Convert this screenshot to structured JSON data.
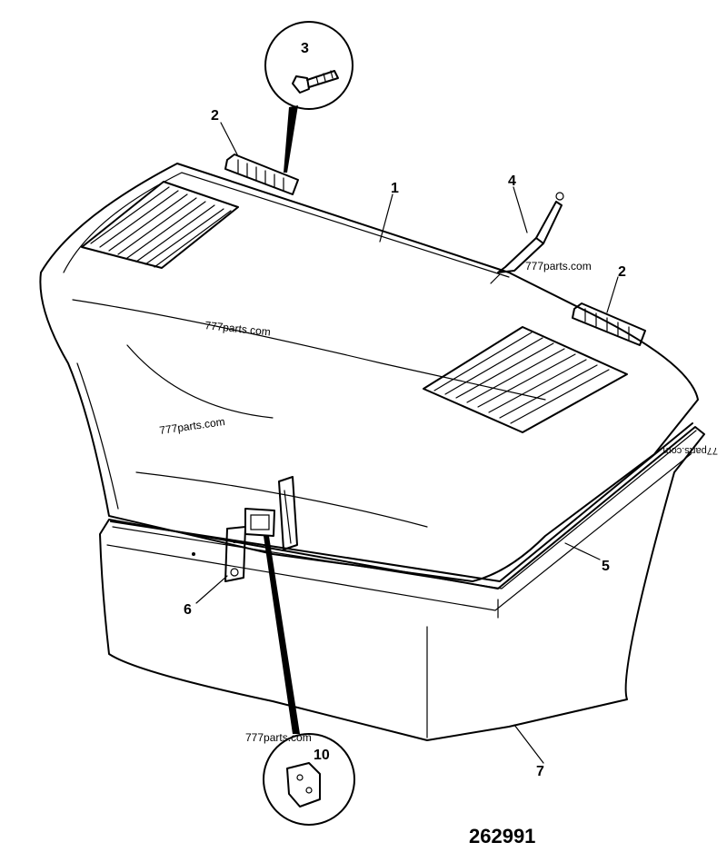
{
  "figure_number": "262991",
  "watermarks": [
    "777parts.com",
    "777parts.com",
    "777parts.com",
    "777parts.com",
    "77parts.com"
  ],
  "callouts": [
    {
      "id": "1",
      "label": "1"
    },
    {
      "id": "2a",
      "label": "2"
    },
    {
      "id": "2b",
      "label": "2"
    },
    {
      "id": "3",
      "label": "3"
    },
    {
      "id": "4",
      "label": "4"
    },
    {
      "id": "5",
      "label": "5"
    },
    {
      "id": "6",
      "label": "6"
    },
    {
      "id": "7",
      "label": "7"
    },
    {
      "id": "10",
      "label": "10"
    }
  ]
}
